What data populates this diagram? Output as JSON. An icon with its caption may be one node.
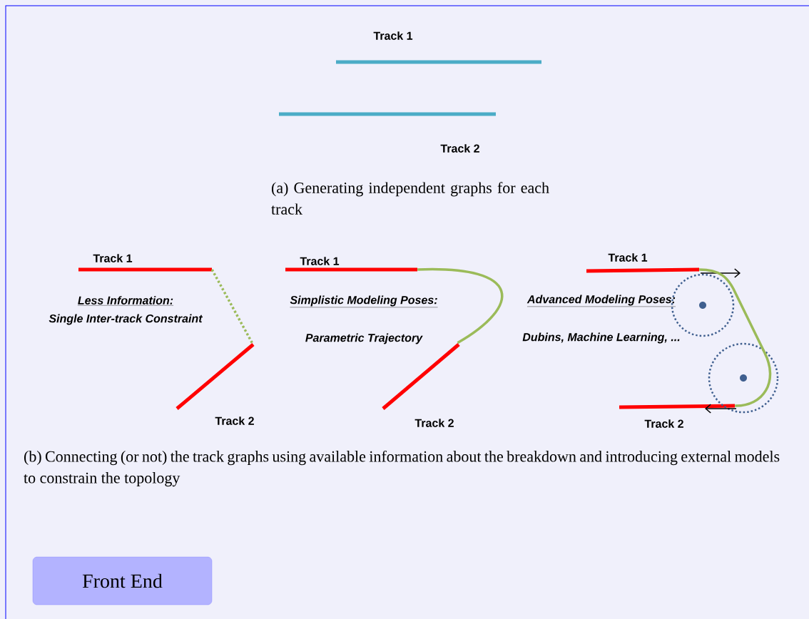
{
  "diagram": {
    "nodes": [
      {
        "text": [
          "Track 1"
        ]
      },
      {
        "text": [
          "Track 2"
        ]
      },
      {
        "text": [
          "Track 1"
        ]
      },
      {
        "text": [
          "Track 2"
        ]
      },
      {
        "text": [
          "Track 1"
        ]
      },
      {
        "text": [
          "Track 2"
        ]
      },
      {
        "text": [
          "Track 1"
        ]
      },
      {
        "text": [
          "Track 2"
        ]
      },
      {
        "text": [
          "Front End"
        ]
      }
    ],
    "edges": [
      {
        "from": 2,
        "to": 3,
        "arrow": "none",
        "style": "dashed"
      },
      {
        "from": 4,
        "to": 5,
        "arrow": "none"
      },
      {
        "from": 6,
        "to": 7,
        "arrow": "none"
      }
    ],
    "labels": [
      "(a) Generating independent graphs for each track",
      "Less Information:",
      "Single Inter-track Constraint",
      "Simplistic Modeling Poses:",
      "Parametric Trajectory",
      "Advanced Modeling Poses:",
      "Dubins, Machine Learning, ...",
      "(b) Connecting (or not) the track graphs using available information about the breakdown and introducing external models to constrain the topology"
    ]
  }
}
